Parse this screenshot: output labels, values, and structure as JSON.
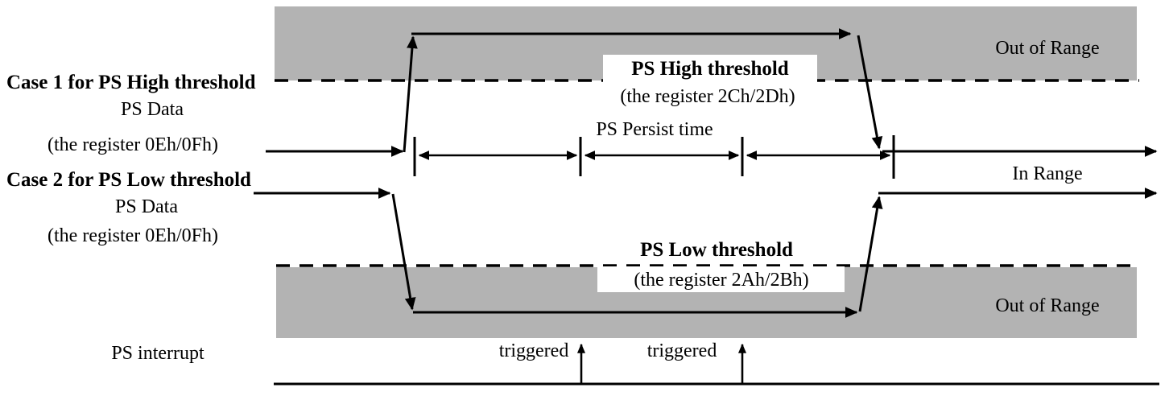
{
  "figure": {
    "title": "PS interrupt threshold timing diagram",
    "colors": {
      "band_gray": "#b3b3b3",
      "line_black": "#000000",
      "background": "#ffffff"
    }
  },
  "labels": {
    "case1_title": "Case 1 for PS High threshold",
    "case1_data": "PS Data",
    "case1_register": "(the register 0Eh/0Fh)",
    "case2_title": "Case 2 for PS Low threshold",
    "case2_data": "PS Data",
    "case2_register": "(the register 0Eh/0Fh)",
    "ps_high_threshold": "PS High threshold",
    "ps_high_register": "(the register 2Ch/2Dh)",
    "ps_low_threshold": "PS Low threshold",
    "ps_low_register": "(the register 2Ah/2Bh)",
    "persist_time": "PS Persist time",
    "out_of_range_top": "Out of Range",
    "out_of_range_bottom": "Out of Range",
    "in_range": "In Range",
    "ps_interrupt": "PS interrupt",
    "triggered_first": "triggered",
    "triggered_second": "triggered"
  },
  "chart_data": {
    "type": "line",
    "title": "PS interrupt threshold timing diagram",
    "xlabel": "",
    "ylabel": "",
    "description": "Two proximity-sensor data waveforms crossing high and low thresholds, with persist-time intervals and resulting interrupt trigger pulses.",
    "regions": [
      {
        "name": "out-of-range-high",
        "label": "Out of Range",
        "x_range": [
          341,
          1412
        ],
        "y_range": [
          8,
          100
        ],
        "fill": "#b3b3b3"
      },
      {
        "name": "out-of-range-low",
        "label": "Out of Range",
        "x_range": [
          343,
          1412
        ],
        "y_range": [
          330,
          420
        ],
        "fill": "#b3b3b3"
      }
    ],
    "thresholds": [
      {
        "name": "PS High threshold",
        "register": "(the register 2Ch/2Dh)",
        "y": 100,
        "style": "dashed",
        "x_range": [
          341,
          1415
        ]
      },
      {
        "name": "PS Low threshold",
        "register": "(the register 2Ah/2Bh)",
        "y": 330,
        "style": "dashed",
        "x_range": [
          343,
          1415
        ]
      }
    ],
    "series": [
      {
        "name": "Case 1 PS Data",
        "points": [
          [
            330,
            188
          ],
          [
            502,
            188
          ],
          [
            512,
            42
          ],
          [
            1060,
            42
          ],
          [
            1090,
            188
          ],
          [
            1440,
            188
          ]
        ],
        "note": "rises above PS High threshold then falls back into range"
      },
      {
        "name": "Case 2 PS Data",
        "points": [
          [
            315,
            240
          ],
          [
            488,
            240
          ],
          [
            513,
            388
          ],
          [
            1068,
            388
          ],
          [
            1093,
            240
          ],
          [
            1440,
            240
          ]
        ],
        "note": "falls below PS Low threshold then rises back into range"
      },
      {
        "name": "PS interrupt",
        "points": [
          [
            340,
            477
          ],
          [
            1440,
            477
          ]
        ],
        "pulses": [
          722,
          922
        ],
        "note": "baseline with two trigger pulses"
      }
    ],
    "intervals": [
      {
        "name": "PS Persist time",
        "ticks": [
          515,
          721,
          922,
          1110
        ],
        "y": 193,
        "segments": [
          [
            515,
            721
          ],
          [
            722,
            922
          ],
          [
            923,
            1110
          ]
        ]
      }
    ],
    "annotations": [
      {
        "text": "In Range",
        "x": 1300,
        "y": 216
      },
      {
        "text": "Out of Range",
        "x": 1300,
        "y": 58
      },
      {
        "text": "Out of Range",
        "x": 1300,
        "y": 378
      },
      {
        "text": "triggered",
        "x": 663,
        "y": 440
      },
      {
        "text": "triggered",
        "x": 847,
        "y": 440
      }
    ]
  }
}
